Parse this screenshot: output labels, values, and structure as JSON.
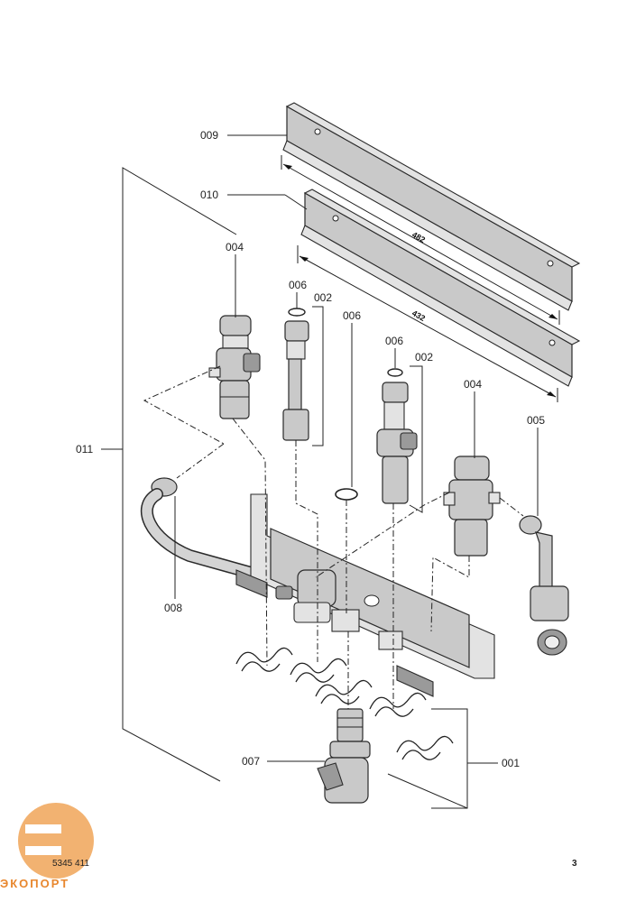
{
  "diagram": {
    "labels": {
      "p001": "001",
      "p002a": "002",
      "p002b": "002",
      "p004a": "004",
      "p004b": "004",
      "p005": "005",
      "p006a": "006",
      "p006b": "006",
      "p006c": "006",
      "p007": "007",
      "p008": "008",
      "p009": "009",
      "p010": "010",
      "p011": "011"
    },
    "dimensions": {
      "upper_rail": "482",
      "lower_rail": "432"
    }
  },
  "footer": {
    "doc_number": "5345 411",
    "page_number": "3"
  },
  "logo": {
    "text": "ЭКОПОРТ",
    "color": "#e8872e"
  }
}
